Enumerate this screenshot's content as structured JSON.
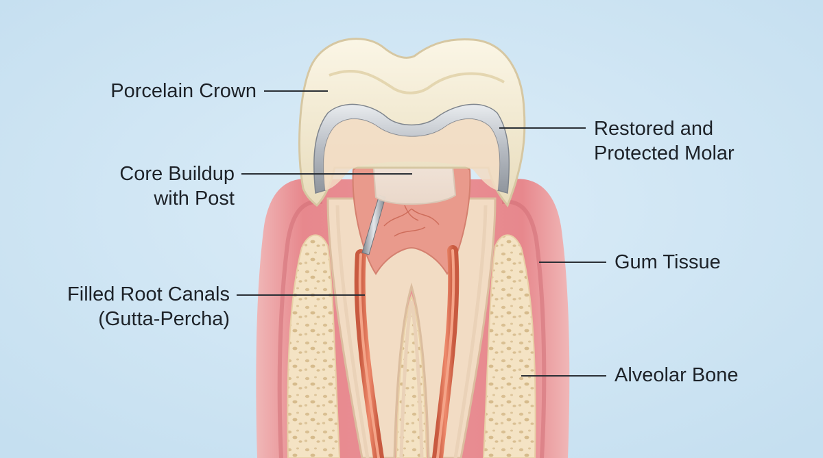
{
  "colors": {
    "background": "#cfe6f4",
    "gum": "#e98c92",
    "bone": "#f4e3c4",
    "enamel": "#f4ecd4",
    "metal": "#c2c6cc",
    "gutta_percha": "#d9694f"
  },
  "labels": {
    "porcelain_crown": "Porcelain Crown",
    "core_buildup_line1": "Core Buildup",
    "core_buildup_line2": "with Post",
    "filled_canals_line1": "Filled Root Canals",
    "filled_canals_line2": "(Gutta-Percha)",
    "restored_line1": "Restored and",
    "restored_line2": "Protected Molar",
    "gum_tissue": "Gum Tissue",
    "alveolar_bone": "Alveolar Bone"
  }
}
